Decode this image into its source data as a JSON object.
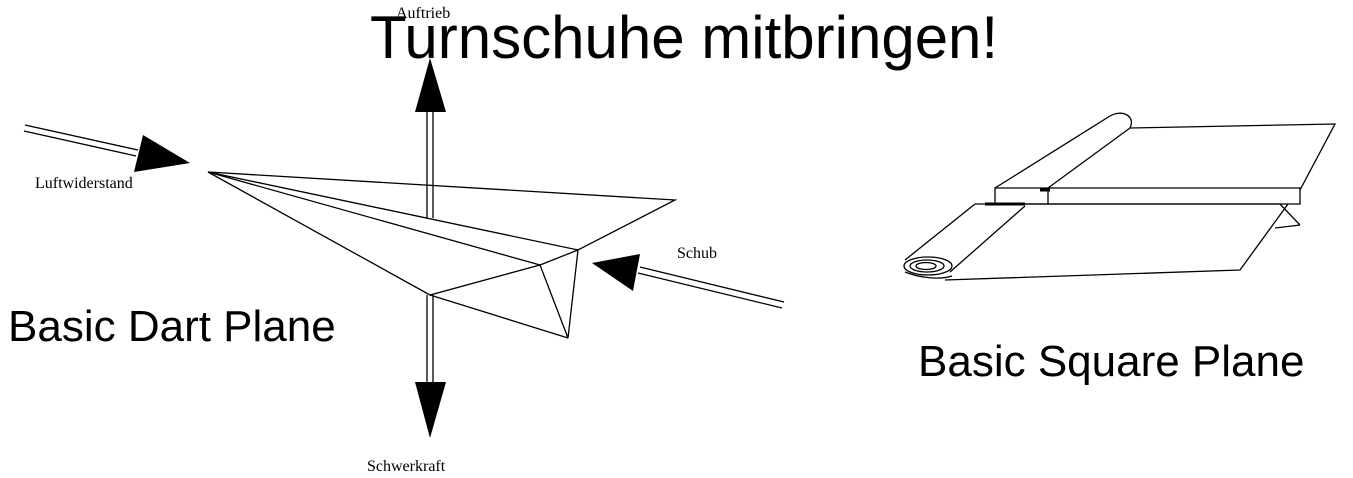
{
  "title": "Turnschuhe mitbringen!",
  "dart": {
    "caption": "Basic Dart Plane",
    "forces": {
      "lift": "Auftrieb",
      "drag": "Luftwiderstand",
      "thrust": "Schub",
      "gravity": "Schwerkraft"
    }
  },
  "square": {
    "caption": "Basic Square Plane"
  },
  "colors": {
    "ink": "#000000",
    "background": "#ffffff"
  }
}
